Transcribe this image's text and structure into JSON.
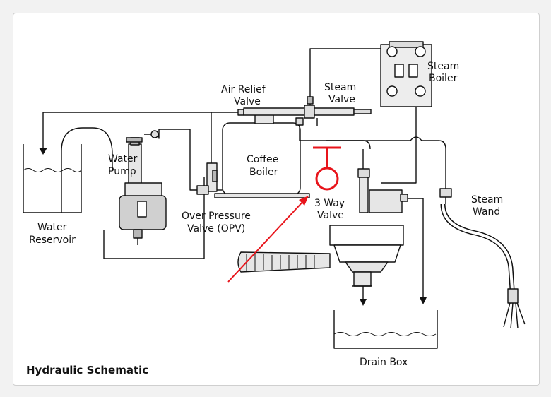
{
  "title": "Hydraulic Schematic",
  "labels": {
    "water_reservoir": [
      "Water",
      "Reservoir"
    ],
    "water_pump": [
      "Water",
      "Pump"
    ],
    "opv": [
      "Over Pressure",
      "Valve (OPV)"
    ],
    "air_relief": [
      "Air Relief",
      "Valve"
    ],
    "steam_valve": [
      "Steam",
      "Valve"
    ],
    "steam_boiler": [
      "Steam",
      "Boiler"
    ],
    "coffee_boiler": [
      "Coffee",
      "Boiler"
    ],
    "three_way": [
      "3 Way",
      "Valve"
    ],
    "steam_wand": [
      "Steam",
      "Wand"
    ],
    "drain_box": "Drain Box"
  },
  "colors": {
    "line": "#111111",
    "highlight": "#e8141b",
    "fill_light": "#e6e6e6",
    "fill_dark": "#b8b8b8"
  }
}
